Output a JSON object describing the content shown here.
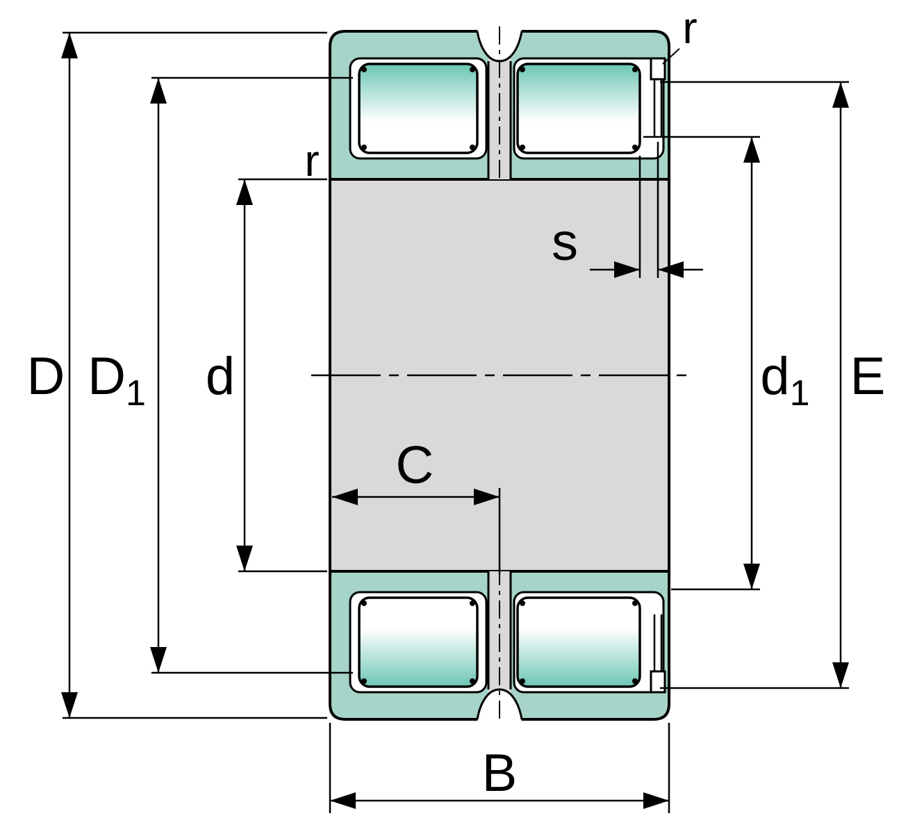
{
  "labels": {
    "D": "D",
    "D1": {
      "main": "D",
      "sub": "1"
    },
    "d": "d",
    "d1": {
      "main": "d",
      "sub": "1"
    },
    "E": "E",
    "B": "B",
    "C": "C",
    "s": "s",
    "r_top_right": "r",
    "r_left": "r"
  },
  "colors": {
    "ring_teal": "#a7d4c9",
    "roller_teal": "#6cc5b3",
    "roller_light": "#ffffff",
    "inner_gray": "#d9d9d9",
    "line": "#000000",
    "background": "#ffffff"
  }
}
